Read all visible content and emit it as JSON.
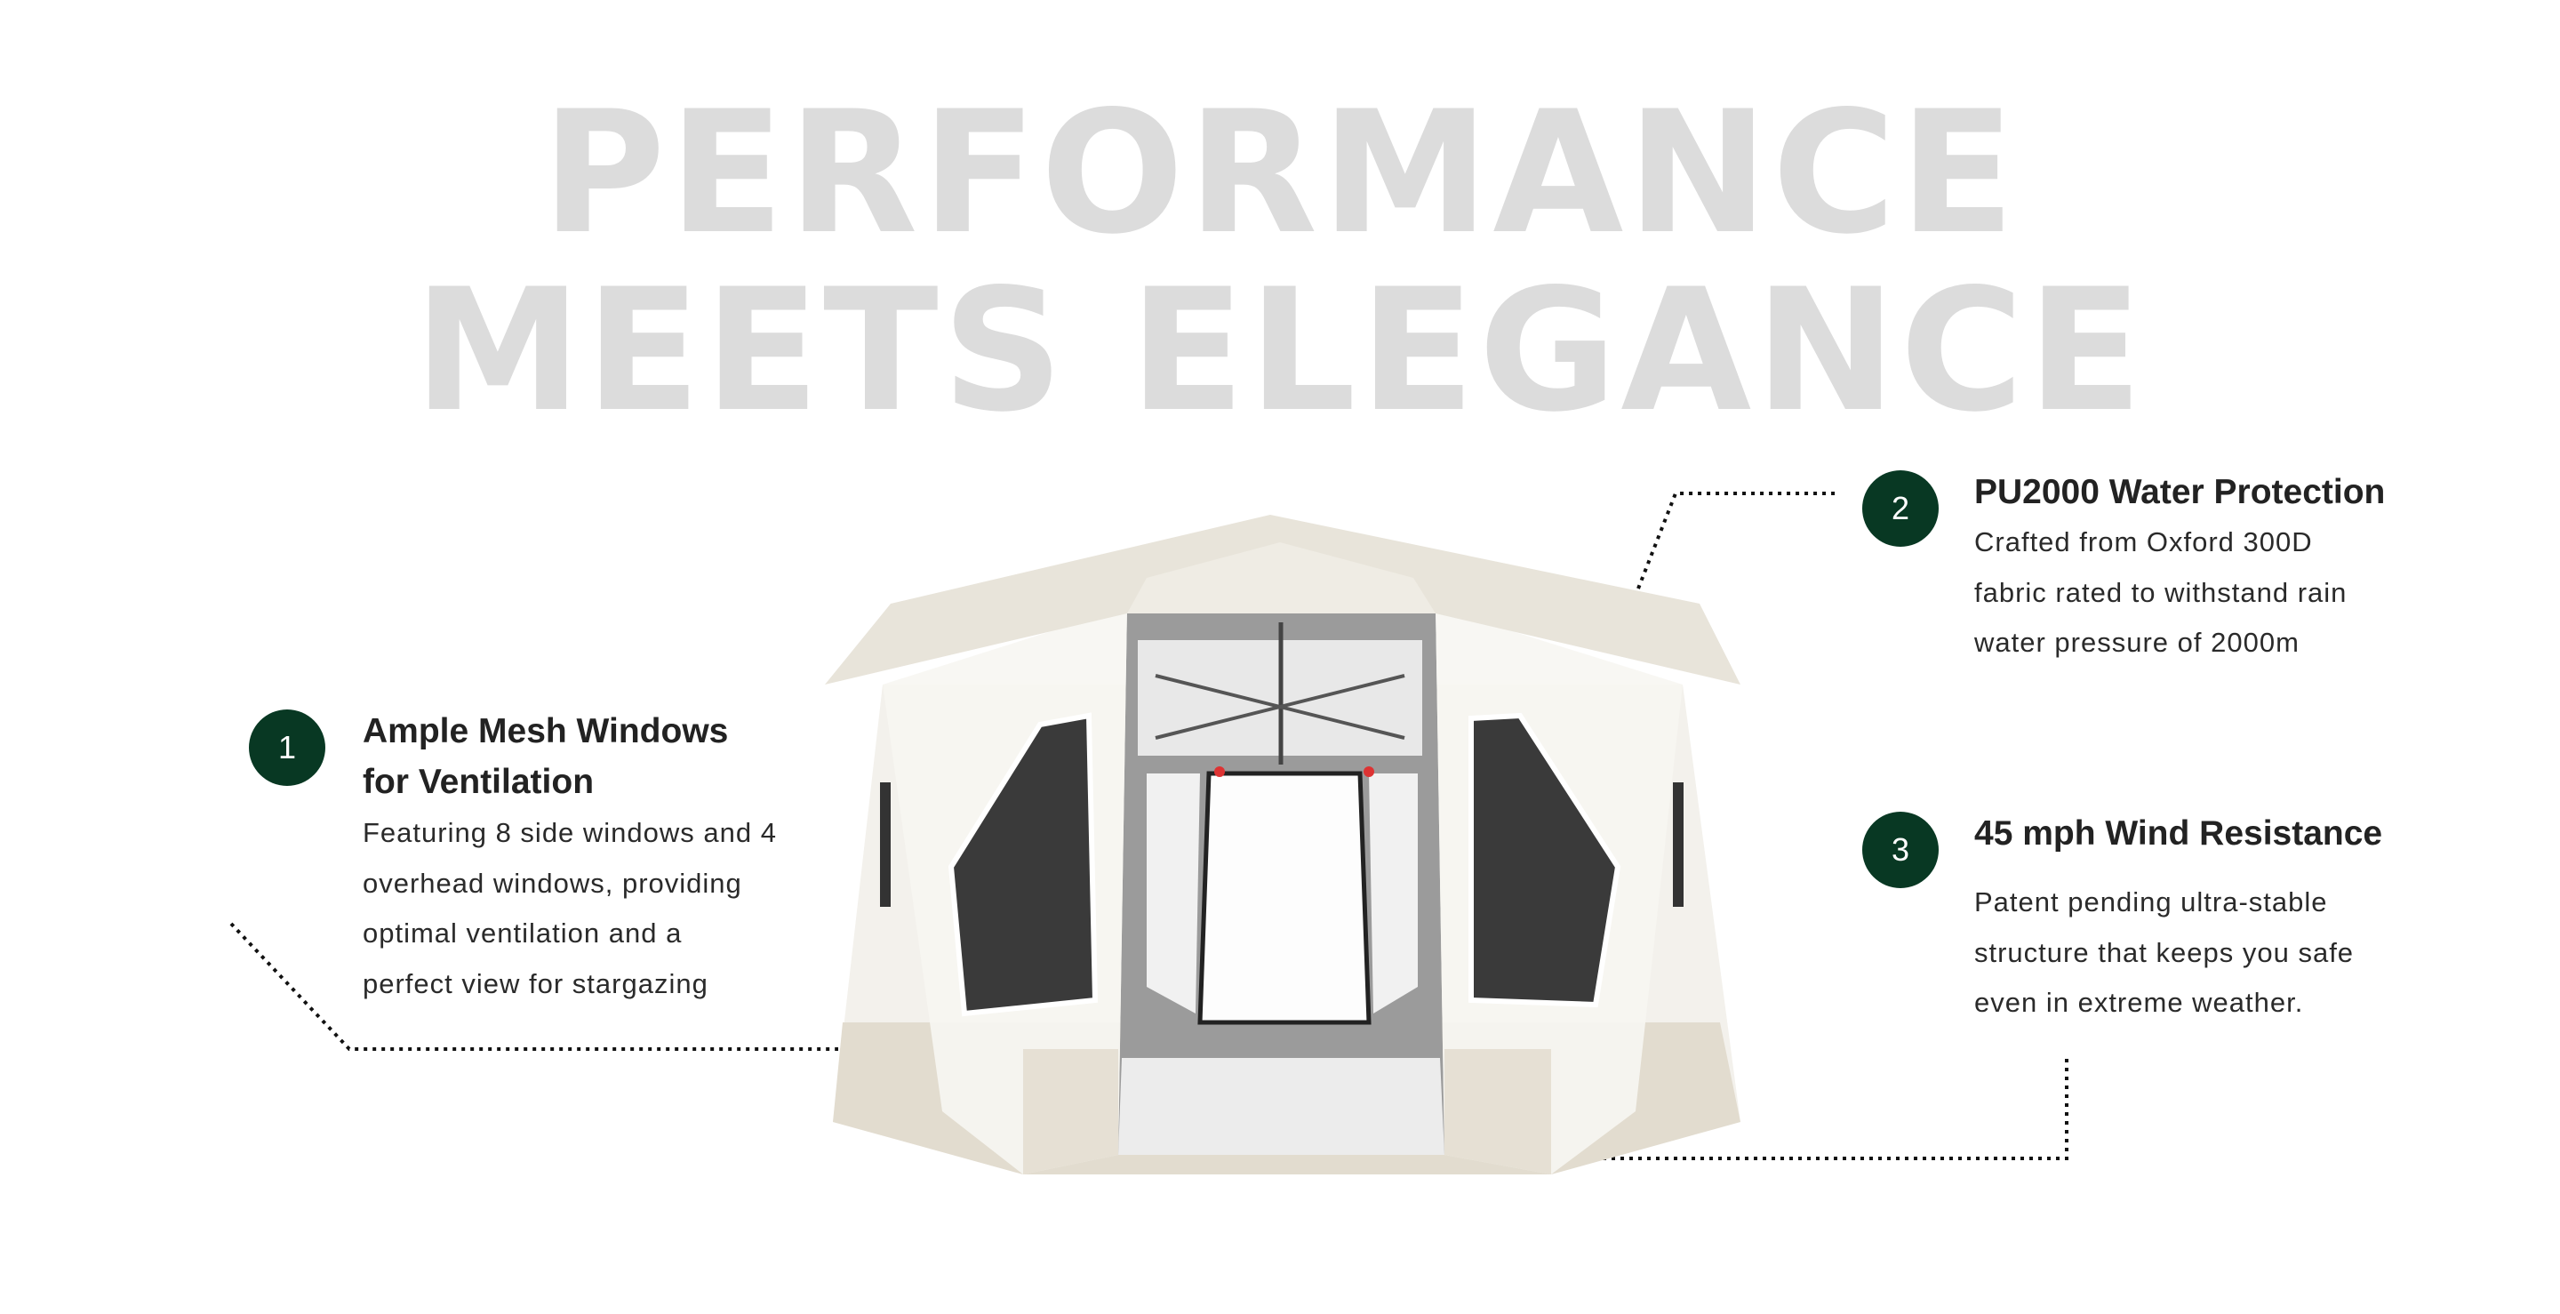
{
  "headline": {
    "line1": "PERFORMANCE",
    "line2": "MEETS ELEGANCE"
  },
  "features": [
    {
      "number": "1",
      "title": [
        "Ample Mesh Windows",
        "for Ventilation"
      ],
      "body": [
        "Featuring 8 side windows and 4",
        "overhead windows, providing",
        "optimal ventilation and a",
        "perfect view for stargazing"
      ]
    },
    {
      "number": "2",
      "title": [
        "PU2000 Water Protection"
      ],
      "body": [
        "Crafted from Oxford 300D",
        "fabric rated to withstand rain",
        "water pressure of 2000m"
      ]
    },
    {
      "number": "3",
      "title": [
        "45 mph Wind Resistance"
      ],
      "body": [
        "Patent pending ultra-stable",
        "structure that keeps you safe",
        "even in extreme weather."
      ]
    }
  ],
  "colors": {
    "badge": "#083823",
    "headline": "#dcdcdc",
    "tent": "#f2f0ea"
  }
}
